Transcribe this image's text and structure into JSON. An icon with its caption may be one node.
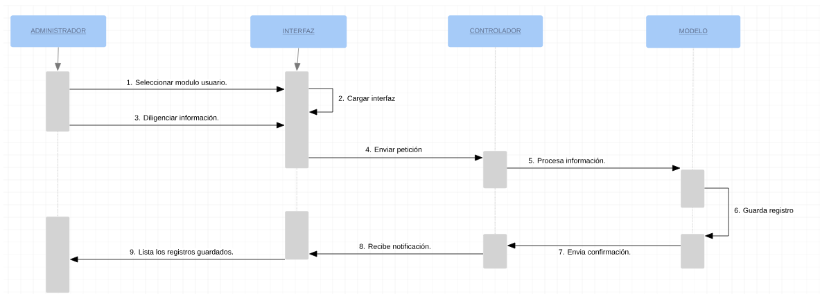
{
  "diagram": {
    "nodes": [
      {
        "text": [
          "ADMINISTRADOR"
        ]
      },
      {
        "text": [
          "INTERFAZ"
        ]
      },
      {
        "text": [
          "CONTROLADOR"
        ]
      },
      {
        "text": [
          "MODELO"
        ]
      },
      {
        "text": [],
        "shape": "bar"
      },
      {
        "text": [],
        "shape": "bar"
      },
      {
        "text": [],
        "shape": "bar"
      },
      {
        "text": [],
        "shape": "bar"
      },
      {
        "text": [],
        "shape": "bar"
      },
      {
        "text": [],
        "shape": "bar"
      },
      {
        "text": [],
        "shape": "bar"
      },
      {
        "text": [],
        "shape": "bar"
      }
    ],
    "edges": [
      {
        "from": 0,
        "to": 4,
        "arrow": "to",
        "color": "#7a7a7a"
      },
      {
        "from": 1,
        "to": 5,
        "arrow": "to",
        "color": "#7a7a7a"
      },
      {
        "from": 2,
        "to": 6,
        "arrow": "none",
        "style": "dashed",
        "color": "#a0a0a0"
      },
      {
        "from": 3,
        "to": 7,
        "arrow": "none",
        "style": "dashed",
        "color": "#a0a0a0"
      },
      {
        "from": 4,
        "to": 8,
        "arrow": "none",
        "style": "dashed",
        "color": "#a0a0a0"
      },
      {
        "from": 5,
        "to": 9,
        "arrow": "none",
        "style": "dashed",
        "color": "#a0a0a0"
      },
      {
        "from": 6,
        "to": 10,
        "arrow": "none",
        "style": "dashed",
        "color": "#a0a0a0"
      },
      {
        "from": 7,
        "to": 11,
        "arrow": "none",
        "style": "dashed",
        "color": "#a0a0a0"
      },
      {
        "from": 4,
        "to": 5,
        "arrow": "to",
        "label": "1. Seleccionar modulo usuario."
      },
      {
        "from": 5,
        "to": 5,
        "arrow": "to",
        "label": "2. Cargar interfaz"
      },
      {
        "from": 4,
        "to": 5,
        "arrow": "to",
        "label": "3. Diligenciar información."
      },
      {
        "from": 5,
        "to": 6,
        "arrow": "to",
        "label": "4. Enviar petición"
      },
      {
        "from": 6,
        "to": 7,
        "arrow": "to",
        "label": "5. Procesa información."
      },
      {
        "from": 7,
        "to": 11,
        "arrow": "to",
        "label": "6. Guarda registro"
      },
      {
        "from": 11,
        "to": 10,
        "arrow": "to",
        "label": "7. Envia confirmación."
      },
      {
        "from": 10,
        "to": 9,
        "arrow": "to",
        "label": "8. Recibe notificación."
      },
      {
        "from": 9,
        "to": 8,
        "arrow": "to",
        "label": "9. Lista los registros guardados."
      }
    ]
  }
}
